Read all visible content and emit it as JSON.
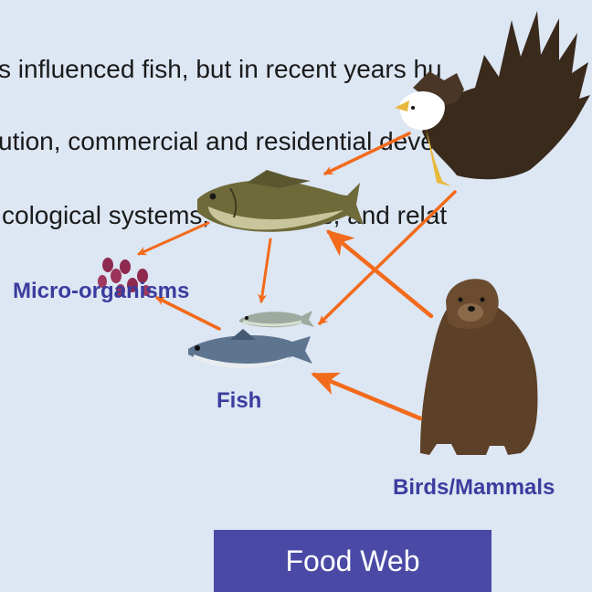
{
  "background_text": {
    "line1": "s influenced fish, but in recent years hu",
    "line2": "ution, commercial and residential develo",
    "line3": "cological systems, food webs, and relat"
  },
  "labels": {
    "micro": "Micro-organisms",
    "fish": "Fish",
    "birds": "Birds/Mammals"
  },
  "button": {
    "label": "Food Web"
  },
  "colors": {
    "background": "#dde6f3",
    "label": "#3a3d9e",
    "arrow": "#f26a1b",
    "button": "#4a4aa6"
  }
}
